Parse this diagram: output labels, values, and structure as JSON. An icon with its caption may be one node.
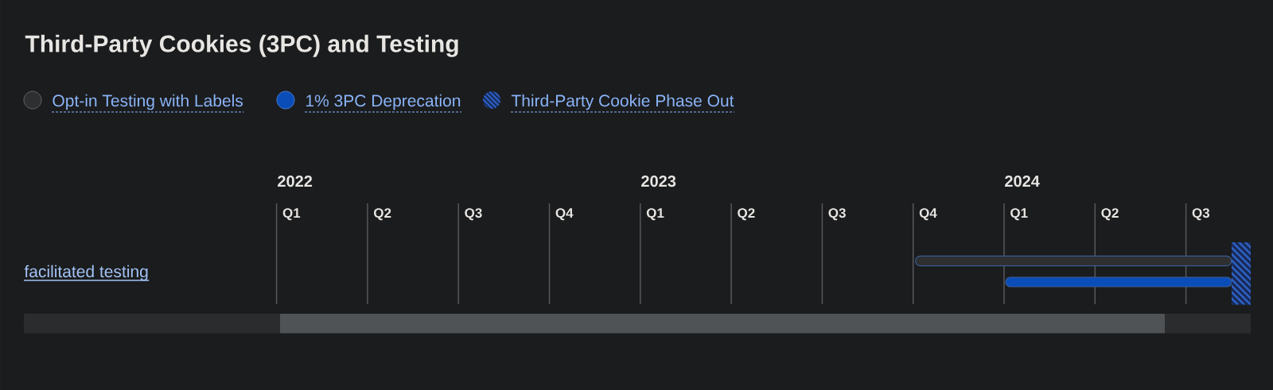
{
  "diagram": {
    "title": "Third-Party Cookies (3PC) and Testing",
    "nodes": [
      {
        "text": [],
        "shape": "bar"
      },
      {
        "text": [],
        "shape": "bar"
      },
      {
        "text": [],
        "shape": "bar"
      }
    ],
    "labels": [
      "2022",
      "2023",
      "2024",
      "Q1",
      "Q2",
      "Q3",
      "Q4",
      "Q1",
      "Q2",
      "Q3",
      "Q4",
      "Q1",
      "Q2",
      "Q3",
      "facilitated testing"
    ],
    "legend": [
      {
        "text": "Opt-in Testing with Labels",
        "color": "#2d2f31"
      },
      {
        "text": "1% 3PC Deprecation",
        "color": "#0b4db8"
      },
      {
        "text": "Third-Party Cookie Phase Out"
      }
    ]
  }
}
